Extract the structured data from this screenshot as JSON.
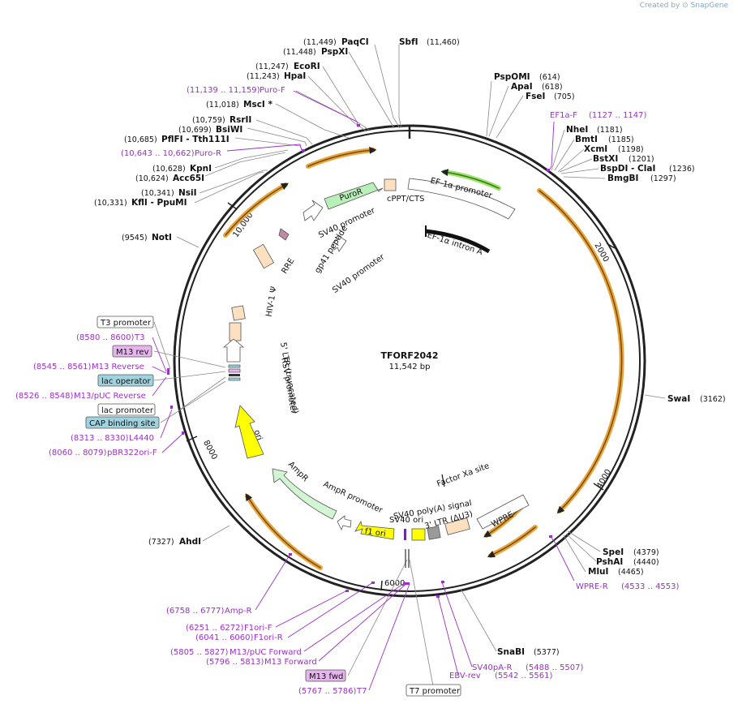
{
  "app": {
    "credit_prefix": "Created by",
    "credit_brand": "SnapGene"
  },
  "plasmid": {
    "name": "TFORF2042",
    "size": "11,542 bp"
  },
  "ruler": [
    "2000",
    "4000",
    "6000",
    "8000",
    "10,000"
  ],
  "sites": [
    {
      "name": "PaqCI",
      "pos": "(11,449)"
    },
    {
      "name": "SbfI",
      "pos": "(11,460)"
    },
    {
      "name": "PspXI",
      "pos": "(11,448)"
    },
    {
      "name": "EcoRI",
      "pos": "(11,247)"
    },
    {
      "name": "HpaI",
      "pos": "(11,243)"
    },
    {
      "name": "MscI *",
      "pos": "(11,018)"
    },
    {
      "name": "RsrII",
      "pos": "(10,759)"
    },
    {
      "name": "BsiWI",
      "pos": "(10,699)"
    },
    {
      "name": "PflFI - Tth111I",
      "pos": "(10,685)"
    },
    {
      "name": "KpnI",
      "pos": "(10,628)"
    },
    {
      "name": "Acc65I",
      "pos": "(10,624)"
    },
    {
      "name": "NsiI",
      "pos": "(10,341)"
    },
    {
      "name": "KflI - PpuMI",
      "pos": "(10,331)"
    },
    {
      "name": "NotI",
      "pos": "(9545)"
    },
    {
      "name": "PspOMI",
      "pos": "(614)"
    },
    {
      "name": "ApaI",
      "pos": "(618)"
    },
    {
      "name": "FseI",
      "pos": "(705)"
    },
    {
      "name": "NheI",
      "pos": "(1181)"
    },
    {
      "name": "BmtI",
      "pos": "(1185)"
    },
    {
      "name": "XcmI",
      "pos": "(1198)"
    },
    {
      "name": "BstXI",
      "pos": "(1201)"
    },
    {
      "name": "BspDI - ClaI",
      "pos": "(1236)"
    },
    {
      "name": "BmgBI",
      "pos": "(1297)"
    },
    {
      "name": "SwaI",
      "pos": "(3162)"
    },
    {
      "name": "SpeI",
      "pos": "(4379)"
    },
    {
      "name": "PshAI",
      "pos": "(4440)"
    },
    {
      "name": "MluI",
      "pos": "(4465)"
    },
    {
      "name": "SnaBI",
      "pos": "(5377)"
    },
    {
      "name": "AhdI",
      "pos": "(7327)"
    }
  ],
  "primers": [
    {
      "name": "Puro-F",
      "range": "(11,139 .. 11,159)"
    },
    {
      "name": "Puro-R",
      "range": "(10,643 .. 10,662)"
    },
    {
      "name": "EF1a-F",
      "range": "(1127 .. 1147)"
    },
    {
      "name": "WPRE-R",
      "range": "(4533 .. 4553)"
    },
    {
      "name": "T3",
      "range": "(8580 .. 8600)"
    },
    {
      "name": "M13 Reverse",
      "range": "(8545 .. 8561)"
    },
    {
      "name": "M13/pUC Reverse",
      "range": "(8526 .. 8548)"
    },
    {
      "name": "L4440",
      "range": "(8313 .. 8330)"
    },
    {
      "name": "pBR322ori-F",
      "range": "(8060 .. 8079)"
    },
    {
      "name": "Amp-R",
      "range": "(6758 .. 6777)"
    },
    {
      "name": "F1ori-F",
      "range": "(6251 .. 6272)"
    },
    {
      "name": "F1ori-R",
      "range": "(6041 .. 6060)"
    },
    {
      "name": "M13/pUC Forward",
      "range": "(5805 .. 5827)"
    },
    {
      "name": "M13 Forward",
      "range": "(5796 .. 5813)"
    },
    {
      "name": "T7",
      "range": "(5767 .. 5786)"
    },
    {
      "name": "SV40pA-R",
      "range": "(5488 .. 5507)"
    },
    {
      "name": "EBV-rev",
      "range": "(5542 .. 5561)"
    }
  ],
  "boxed_labels": {
    "t3_promoter": "T3 promoter",
    "m13_rev": "M13 rev",
    "lac_operator": "lac operator",
    "lac_promoter": "lac promoter",
    "cap_site": "CAP binding site",
    "m13_fwd": "M13 fwd",
    "t7_promoter": "T7 promoter"
  },
  "features": {
    "puror": "PuroR",
    "cppt": "cPPT/CTS",
    "ef1a_promoter": "EF-1α promoter",
    "ef1a_intron": "EF-1α intron A",
    "sv40_promoter_1": "SV40 promoter",
    "sv40_promoter_2": "SV40 promoter",
    "gp41": "gp41 peptide",
    "rre": "RRE",
    "hiv_psi": "HIV-1 Ψ",
    "ltr5": "5' LTR (truncated)",
    "rsv": "RSV promoter",
    "ori": "ori",
    "ampr": "AmpR",
    "ampr_promoter": "AmpR promoter",
    "f1_ori": "f1 ori",
    "sv40_ori": "SV40 ori",
    "sv40_polya": "SV40 poly(A) signal",
    "ltr3": "3' LTR (ΔU3)",
    "wpre": "WPRE",
    "factor_xa": "Factor Xa site"
  },
  "colors": {
    "backbone": "#222222",
    "orf_arc": "#e8a53a",
    "orf_arrow": "#7a4a12",
    "green_arc": "#9ee06a",
    "primer": "#9b30c8",
    "ampr_fill": "#d2f5d2",
    "puro_fill": "#b9f0b9",
    "ltr_fill": "#fde0c0",
    "ori_fill": "#ffff00",
    "box_blue": "#9fd3e0",
    "box_purple": "#e8b4f0"
  }
}
